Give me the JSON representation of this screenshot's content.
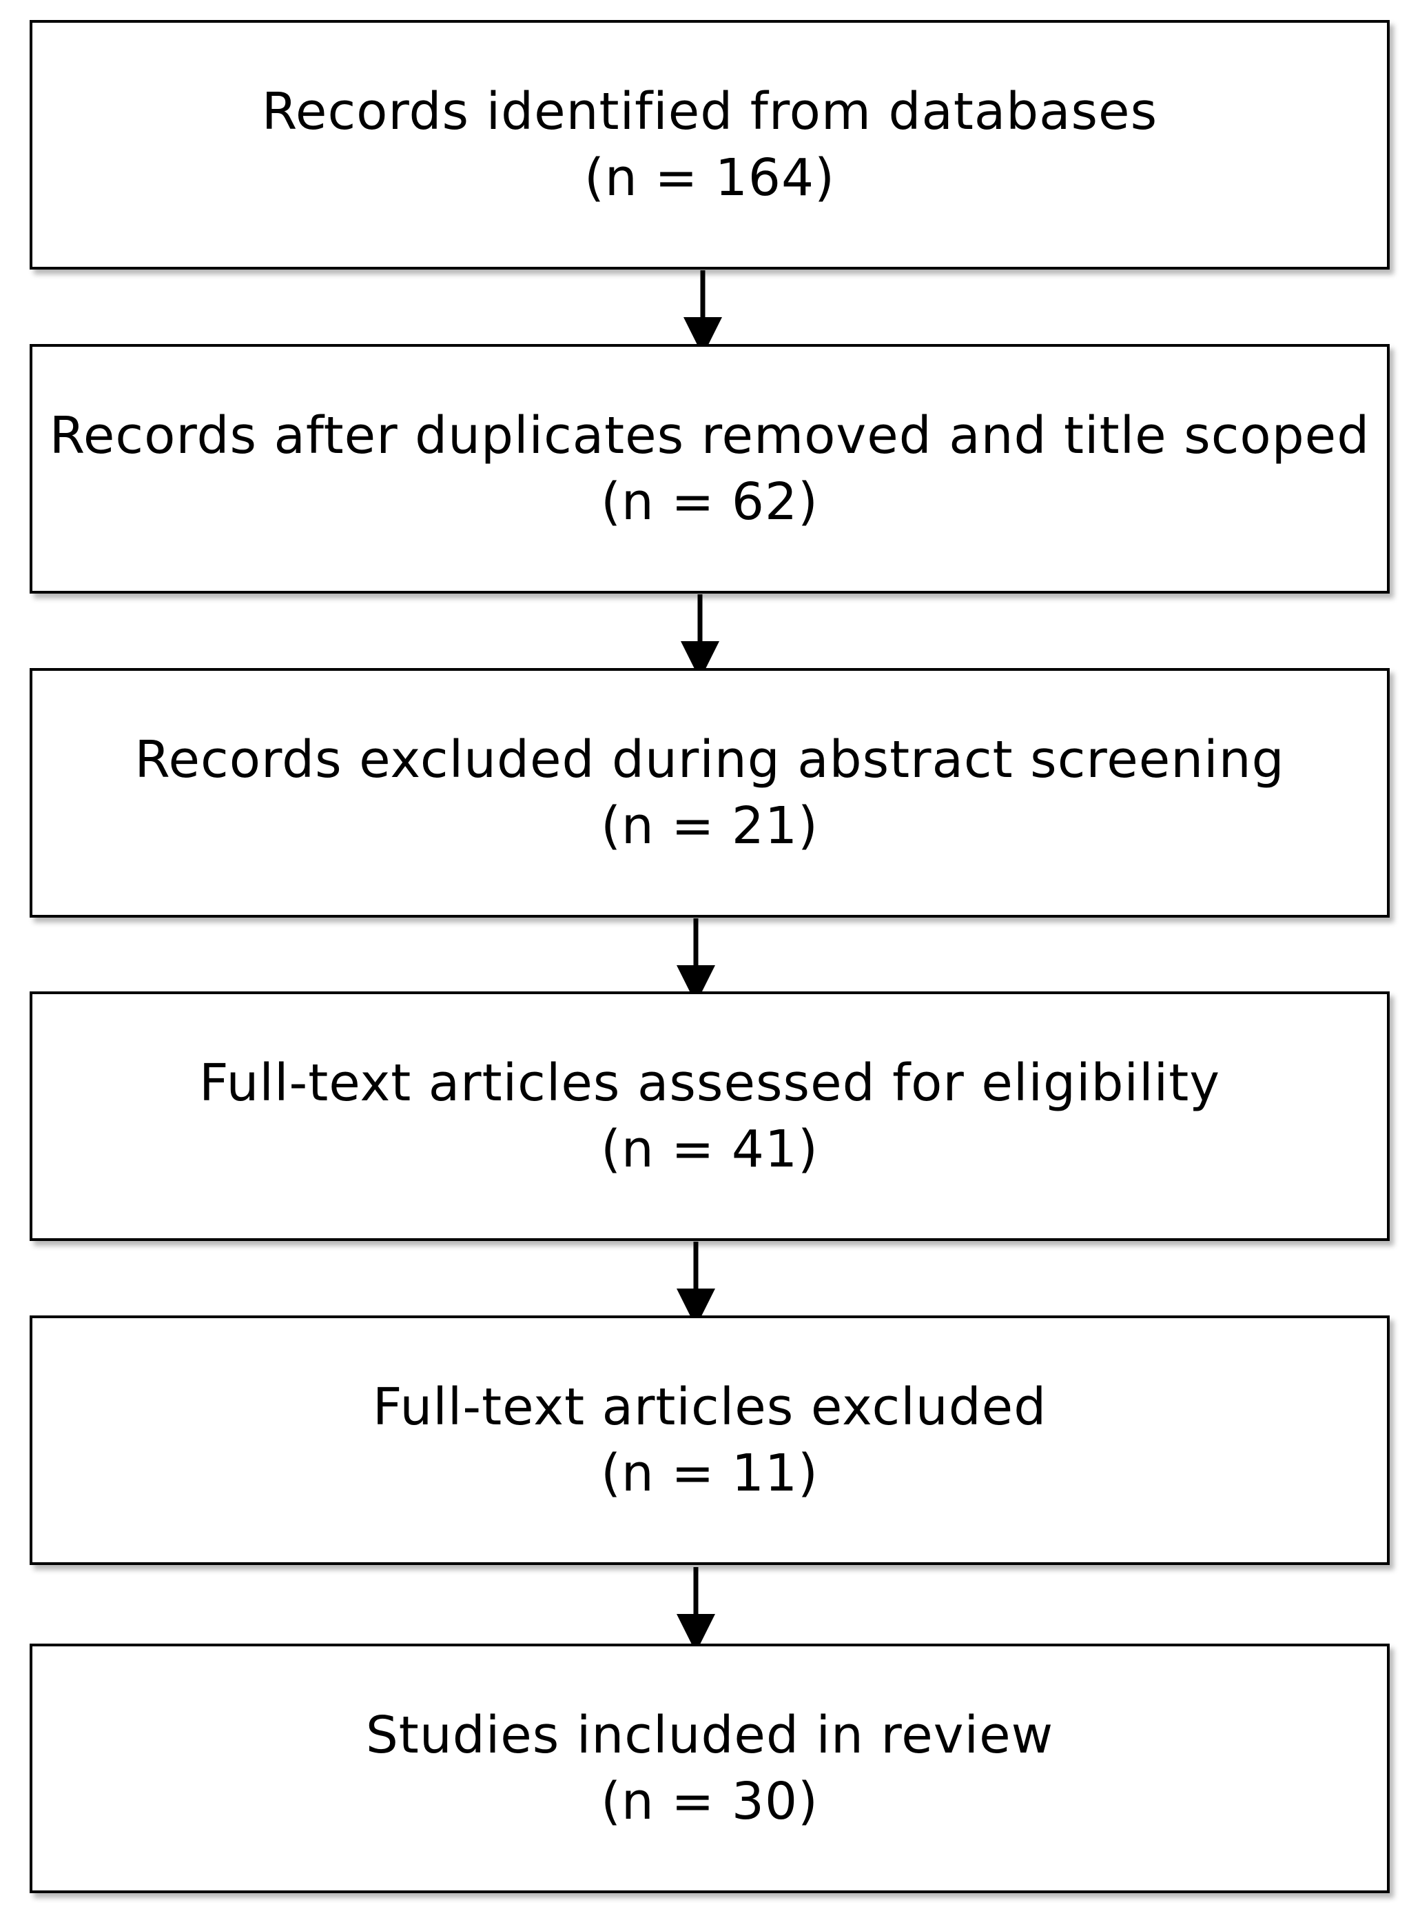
{
  "flow": {
    "steps": [
      {
        "label": "Records identified from databases",
        "count_text": "(n = 164)"
      },
      {
        "label": "Records after duplicates removed and title scoped",
        "count_text": "(n = 62)"
      },
      {
        "label": "Records excluded during abstract screening",
        "count_text": "(n = 21)"
      },
      {
        "label": "Full-text articles assessed for eligibility",
        "count_text": "(n = 41)"
      },
      {
        "label": "Full-text articles excluded",
        "count_text": "(n = 11)"
      },
      {
        "label": "Studies included in review",
        "count_text": "(n = 30)"
      }
    ],
    "colors": {
      "border": "#000000",
      "background": "#ffffff",
      "arrow": "#000000"
    }
  }
}
